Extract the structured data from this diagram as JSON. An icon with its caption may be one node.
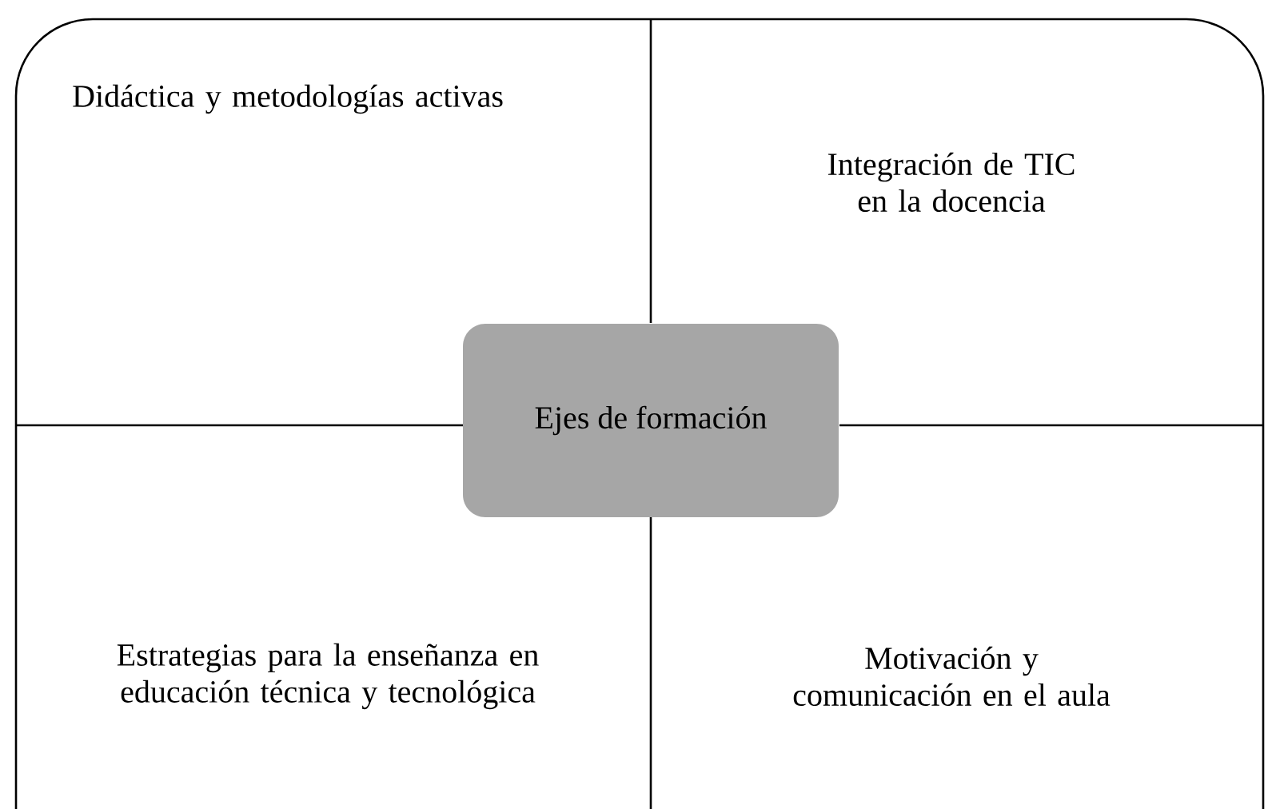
{
  "diagram": {
    "nodes": [
      {
        "text": [],
        "shape": "box"
      },
      {
        "text": [
          "Didáctica y metodologías activas"
        ],
        "in": 0
      },
      {
        "text": [
          "Integración de TIC en la docencia"
        ],
        "in": 0
      },
      {
        "text": [
          "Ejes de formación"
        ],
        "in": 0
      },
      {
        "text": [
          "Estrategias para la enseñanza en educación técnica y tecnológica"
        ],
        "in": 0
      },
      {
        "text": [
          "Motivación y comunicación en el aula"
        ],
        "in": 0
      }
    ]
  }
}
